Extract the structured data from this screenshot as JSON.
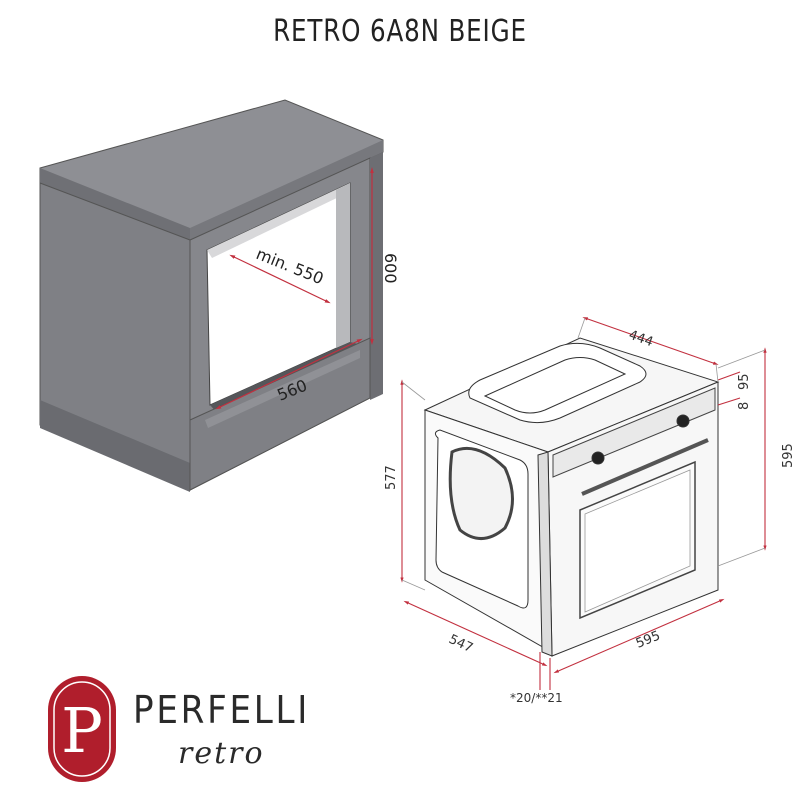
{
  "title": "RETRO 6A8N BEIGE",
  "cabinet": {
    "depth_label": "min. 550",
    "width_label": "560",
    "height_label": "600"
  },
  "oven": {
    "top_depth_label": "444",
    "panel_label_a": "8",
    "panel_label_b": "95",
    "side_height_label": "577",
    "front_height_label": "595",
    "depth_label": "547",
    "width_label": "595",
    "footnote": "*20/**21"
  },
  "brand": {
    "logo_letter": "P",
    "name": "PERFELLI",
    "subname": "retro"
  },
  "colors": {
    "dimension_line": "#c2303f",
    "cabinet_fill": "#7f8085",
    "cabinet_top": "#8e8f94",
    "cabinet_dark": "#5d5e62",
    "oven_frame": "#888",
    "logo_red": "#b01e2c"
  }
}
